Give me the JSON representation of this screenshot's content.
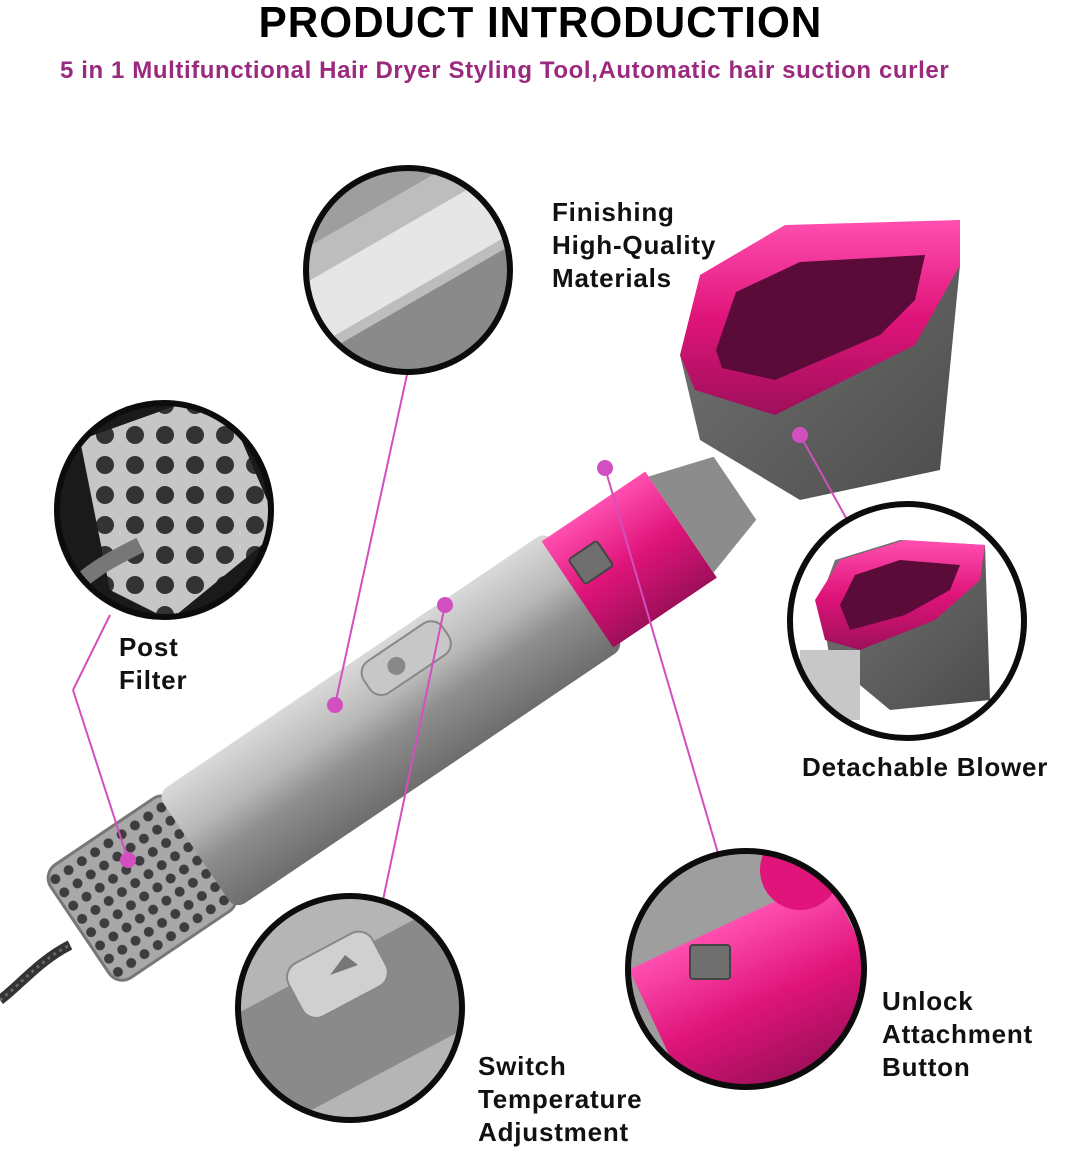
{
  "header": {
    "title": "PRODUCT INTRODUCTION",
    "subtitle": "5 in 1 Multifunctional Hair Dryer Styling Tool,Automatic hair suction curler"
  },
  "callouts": [
    {
      "id": "finishing",
      "text": "Finishing\nHigh-Quality\nMaterials"
    },
    {
      "id": "filter",
      "text": "Post\nFilter"
    },
    {
      "id": "blower",
      "text": "Detachable Blower"
    },
    {
      "id": "unlock",
      "text": "Unlock\nAttachment\nButton"
    },
    {
      "id": "switch",
      "text": "Switch\nTemperature\nAdjustment"
    }
  ],
  "colors": {
    "accent": "#c83fb4",
    "magenta": "#e0147a",
    "body_gray": "#9a9a9a",
    "subtitle": "#9b2a7e"
  }
}
